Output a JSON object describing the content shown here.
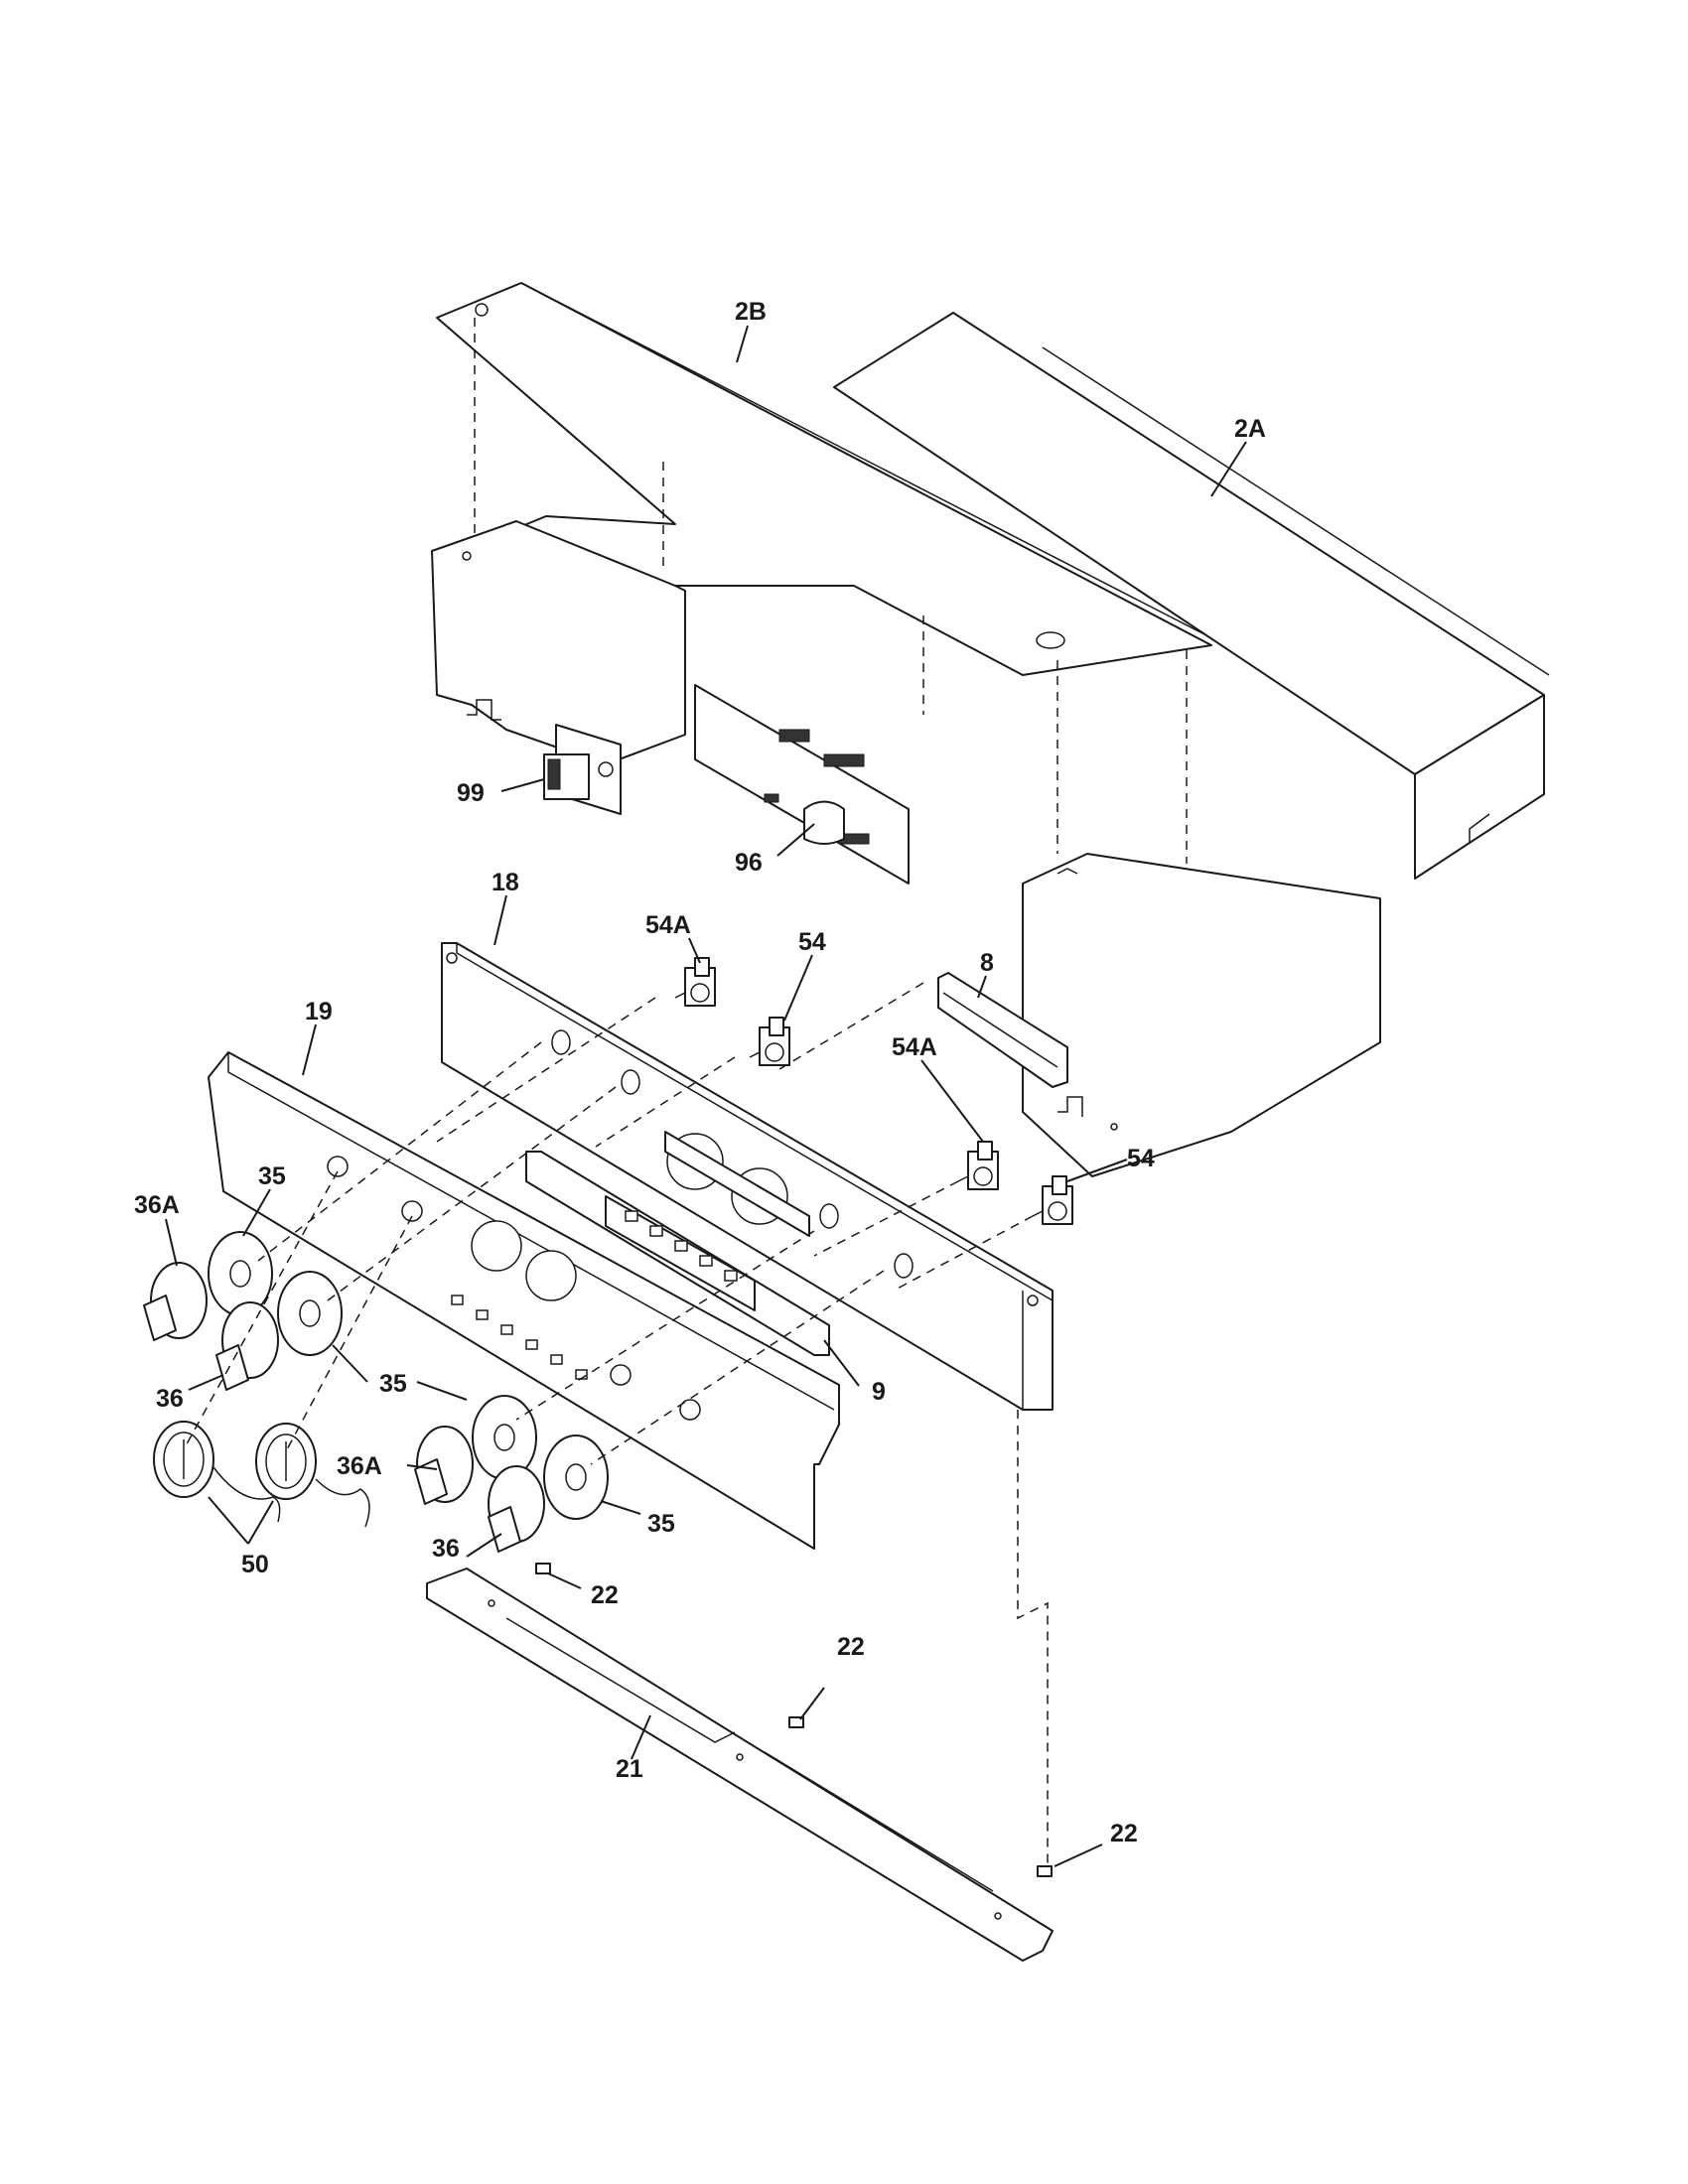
{
  "callouts": {
    "c_2b": "2B",
    "c_2a": "2A",
    "c_99": "99",
    "c_96": "96",
    "c_18": "18",
    "c_54a_upper": "54A",
    "c_54_upper": "54",
    "c_8": "8",
    "c_19": "19",
    "c_54a_lower": "54A",
    "c_54_lower": "54",
    "c_36a_left": "36A",
    "c_35_upper_left": "35",
    "c_36_left": "36",
    "c_35_mid": "35",
    "c_9": "9",
    "c_36a_right": "36A",
    "c_50": "50",
    "c_36_right": "36",
    "c_35_lower_right": "35",
    "c_22_a": "22",
    "c_22_b": "22",
    "c_21": "21",
    "c_22_c": "22"
  }
}
